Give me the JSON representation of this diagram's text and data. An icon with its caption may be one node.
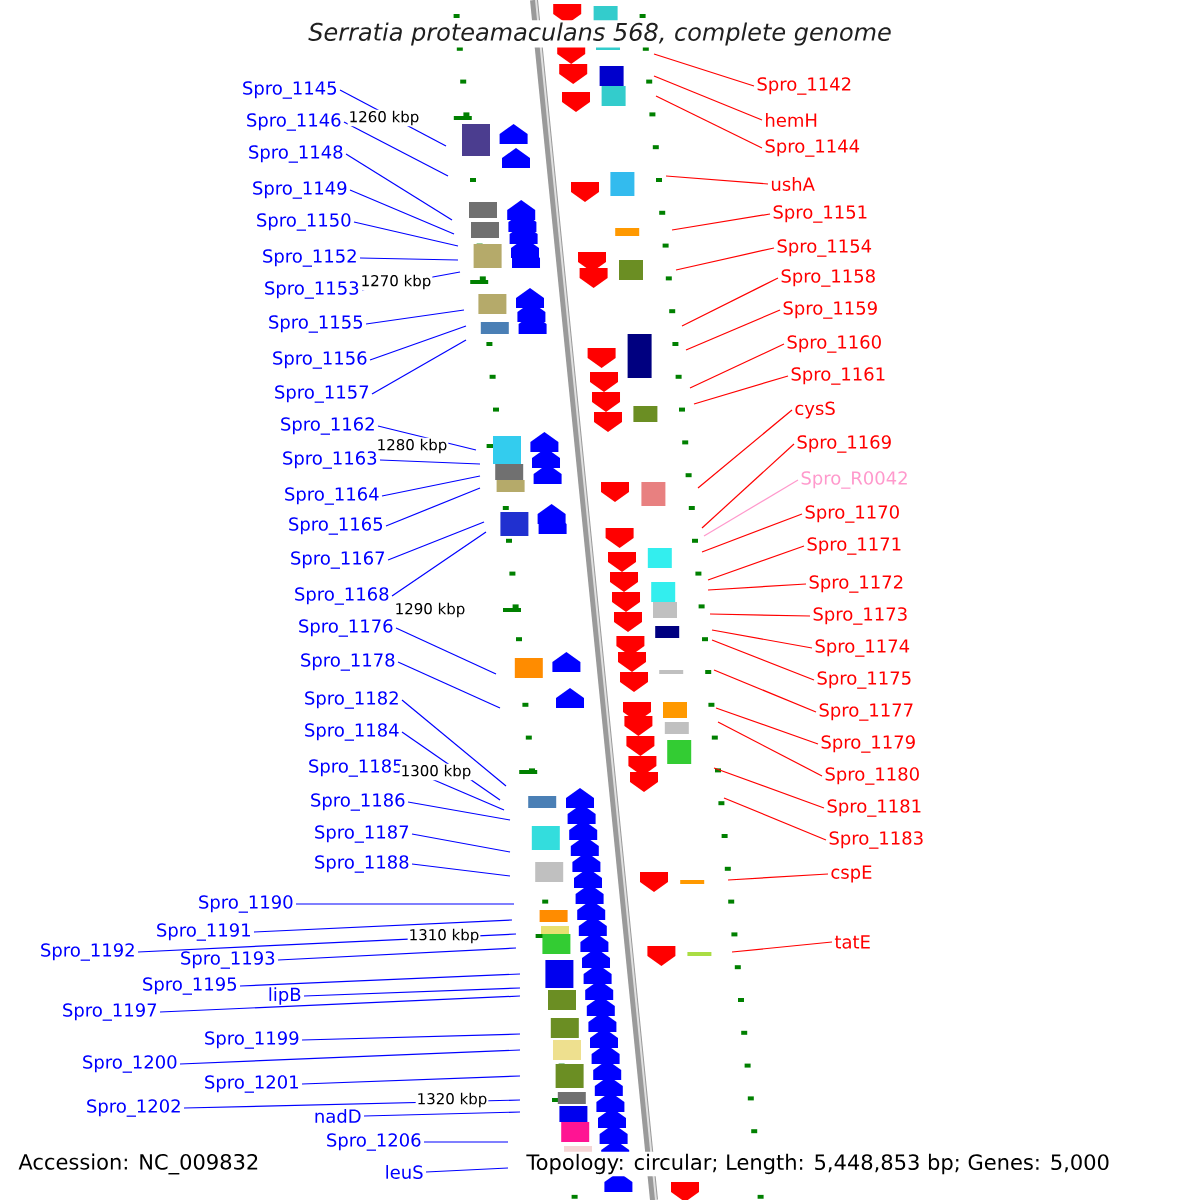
{
  "diagram": {
    "title": "Serratia proteamaculans 568, complete genome",
    "nodes": [
      {
        "text": [
          "Spro_1145"
        ]
      },
      {
        "text": [
          "Spro_1146"
        ]
      },
      {
        "text": [
          "Spro_1148"
        ]
      },
      {
        "text": [
          "Spro_1149"
        ]
      },
      {
        "text": [
          "Spro_1150"
        ]
      },
      {
        "text": [
          "Spro_1152"
        ]
      },
      {
        "text": [
          "Spro_1153"
        ]
      },
      {
        "text": [
          "Spro_1155"
        ]
      },
      {
        "text": [
          "Spro_1156"
        ]
      },
      {
        "text": [
          "Spro_1157"
        ]
      },
      {
        "text": [
          "Spro_1162"
        ]
      },
      {
        "text": [
          "Spro_1163"
        ]
      },
      {
        "text": [
          "Spro_1164"
        ]
      },
      {
        "text": [
          "Spro_1165"
        ]
      },
      {
        "text": [
          "Spro_1167"
        ]
      },
      {
        "text": [
          "Spro_1168"
        ]
      },
      {
        "text": [
          "Spro_1176"
        ]
      },
      {
        "text": [
          "Spro_1178"
        ]
      },
      {
        "text": [
          "Spro_1182"
        ]
      },
      {
        "text": [
          "Spro_1184"
        ]
      },
      {
        "text": [
          "Spro_1185"
        ]
      },
      {
        "text": [
          "Spro_1186"
        ]
      },
      {
        "text": [
          "Spro_1187"
        ]
      },
      {
        "text": [
          "Spro_1188"
        ]
      },
      {
        "text": [
          "Spro_1190"
        ]
      },
      {
        "text": [
          "Spro_1191"
        ]
      },
      {
        "text": [
          "Spro_1192"
        ]
      },
      {
        "text": [
          "Spro_1193"
        ]
      },
      {
        "text": [
          "Spro_1195"
        ]
      },
      {
        "text": [
          "lipB"
        ]
      },
      {
        "text": [
          "Spro_1197"
        ]
      },
      {
        "text": [
          "Spro_1199"
        ]
      },
      {
        "text": [
          "Spro_1200"
        ]
      },
      {
        "text": [
          "Spro_1201"
        ]
      },
      {
        "text": [
          "Spro_1202"
        ]
      },
      {
        "text": [
          "nadD"
        ]
      },
      {
        "text": [
          "Spro_1206"
        ]
      },
      {
        "text": [
          "leuS"
        ]
      },
      {
        "text": [
          "Spro_1142"
        ]
      },
      {
        "text": [
          "hemH"
        ]
      },
      {
        "text": [
          "Spro_1144"
        ]
      },
      {
        "text": [
          "ushA"
        ]
      },
      {
        "text": [
          "Spro_1151"
        ]
      },
      {
        "text": [
          "Spro_1154"
        ]
      },
      {
        "text": [
          "Spro_1158"
        ]
      },
      {
        "text": [
          "Spro_1159"
        ]
      },
      {
        "text": [
          "Spro_1160"
        ]
      },
      {
        "text": [
          "Spro_1161"
        ]
      },
      {
        "text": [
          "cysS"
        ]
      },
      {
        "text": [
          "Spro_1169"
        ]
      },
      {
        "text": [
          "Spro_R0042"
        ]
      },
      {
        "text": [
          "Spro_1170"
        ]
      },
      {
        "text": [
          "Spro_1171"
        ]
      },
      {
        "text": [
          "Spro_1172"
        ]
      },
      {
        "text": [
          "Spro_1173"
        ]
      },
      {
        "text": [
          "Spro_1174"
        ]
      },
      {
        "text": [
          "Spro_1175"
        ]
      },
      {
        "text": [
          "Spro_1177"
        ]
      },
      {
        "text": [
          "Spro_1179"
        ]
      },
      {
        "text": [
          "Spro_1180"
        ]
      },
      {
        "text": [
          "Spro_1181"
        ]
      },
      {
        "text": [
          "Spro_1183"
        ]
      },
      {
        "text": [
          "cspE"
        ]
      },
      {
        "text": [
          "tatE"
        ]
      }
    ],
    "edges": [
      {
        "from": 0,
        "to": null,
        "arrow": "none"
      },
      {
        "from": 1,
        "to": null,
        "arrow": "none"
      },
      {
        "from": 2,
        "to": null,
        "arrow": "none"
      },
      {
        "from": 3,
        "to": null,
        "arrow": "none"
      },
      {
        "from": 4,
        "to": null,
        "arrow": "none"
      },
      {
        "from": 5,
        "to": null,
        "arrow": "none"
      },
      {
        "from": 6,
        "to": null,
        "arrow": "none"
      },
      {
        "from": 7,
        "to": null,
        "arrow": "none"
      },
      {
        "from": 8,
        "to": null,
        "arrow": "none"
      },
      {
        "from": 9,
        "to": null,
        "arrow": "none"
      },
      {
        "from": 10,
        "to": null,
        "arrow": "none"
      },
      {
        "from": 11,
        "to": null,
        "arrow": "none"
      },
      {
        "from": 12,
        "to": null,
        "arrow": "none"
      },
      {
        "from": 13,
        "to": null,
        "arrow": "none"
      },
      {
        "from": 14,
        "to": null,
        "arrow": "none"
      },
      {
        "from": 15,
        "to": null,
        "arrow": "none"
      },
      {
        "from": 16,
        "to": null,
        "arrow": "none"
      },
      {
        "from": 17,
        "to": null,
        "arrow": "none"
      },
      {
        "from": 18,
        "to": null,
        "arrow": "none"
      },
      {
        "from": 19,
        "to": null,
        "arrow": "none"
      },
      {
        "from": 20,
        "to": null,
        "arrow": "none"
      },
      {
        "from": 21,
        "to": null,
        "arrow": "none"
      },
      {
        "from": 22,
        "to": null,
        "arrow": "none"
      },
      {
        "from": 23,
        "to": null,
        "arrow": "none"
      },
      {
        "from": 24,
        "to": null,
        "arrow": "none"
      },
      {
        "from": 25,
        "to": null,
        "arrow": "none"
      },
      {
        "from": 26,
        "to": null,
        "arrow": "none"
      },
      {
        "from": 27,
        "to": null,
        "arrow": "none"
      },
      {
        "from": 28,
        "to": null,
        "arrow": "none"
      },
      {
        "from": 29,
        "to": null,
        "arrow": "none"
      },
      {
        "from": 30,
        "to": null,
        "arrow": "none"
      },
      {
        "from": 31,
        "to": null,
        "arrow": "none"
      },
      {
        "from": 32,
        "to": null,
        "arrow": "none"
      },
      {
        "from": 33,
        "to": null,
        "arrow": "none"
      },
      {
        "from": 34,
        "to": null,
        "arrow": "none"
      },
      {
        "from": 35,
        "to": null,
        "arrow": "none"
      },
      {
        "from": 36,
        "to": null,
        "arrow": "none"
      },
      {
        "from": 37,
        "to": null,
        "arrow": "none"
      },
      {
        "from": 38,
        "to": null,
        "arrow": "none",
        "color": "#ff0000"
      },
      {
        "from": 39,
        "to": null,
        "arrow": "none",
        "color": "#ff0000"
      },
      {
        "from": 40,
        "to": null,
        "arrow": "none",
        "color": "#ff0000"
      },
      {
        "from": 41,
        "to": null,
        "arrow": "none",
        "color": "#ff0000"
      },
      {
        "from": 42,
        "to": null,
        "arrow": "none",
        "color": "#ff0000"
      },
      {
        "from": 43,
        "to": null,
        "arrow": "none",
        "color": "#ff0000"
      },
      {
        "from": 44,
        "to": null,
        "arrow": "none",
        "color": "#ff0000"
      },
      {
        "from": 45,
        "to": null,
        "arrow": "none",
        "color": "#ff0000"
      },
      {
        "from": 46,
        "to": null,
        "arrow": "none",
        "color": "#ff0000"
      },
      {
        "from": 47,
        "to": null,
        "arrow": "none",
        "color": "#ff0000"
      },
      {
        "from": 48,
        "to": null,
        "arrow": "none",
        "color": "#ff0000"
      },
      {
        "from": 49,
        "to": null,
        "arrow": "none",
        "color": "#ff0000"
      },
      {
        "from": 50,
        "to": null,
        "arrow": "none",
        "color": "#ff99cc"
      },
      {
        "from": 51,
        "to": null,
        "arrow": "none",
        "color": "#ff0000"
      },
      {
        "from": 52,
        "to": null,
        "arrow": "none",
        "color": "#ff0000"
      },
      {
        "from": 53,
        "to": null,
        "arrow": "none",
        "color": "#ff0000"
      },
      {
        "from": 54,
        "to": null,
        "arrow": "none",
        "color": "#ff0000"
      },
      {
        "from": 55,
        "to": null,
        "arrow": "none",
        "color": "#ff0000"
      },
      {
        "from": 56,
        "to": null,
        "arrow": "none",
        "color": "#ff0000"
      },
      {
        "from": 57,
        "to": null,
        "arrow": "none",
        "color": "#ff0000"
      },
      {
        "from": 58,
        "to": null,
        "arrow": "none",
        "color": "#ff0000"
      },
      {
        "from": 59,
        "to": null,
        "arrow": "none",
        "color": "#ff0000"
      },
      {
        "from": 60,
        "to": null,
        "arrow": "none",
        "color": "#ff0000"
      },
      {
        "from": 61,
        "to": null,
        "arrow": "none",
        "color": "#ff0000"
      },
      {
        "from": 62,
        "to": null,
        "arrow": "none",
        "color": "#ff0000"
      },
      {
        "from": 63,
        "to": null,
        "arrow": "none",
        "color": "#ff0000"
      }
    ],
    "labels": [
      "1260 kbp",
      "1270 kbp",
      "1280 kbp",
      "1290 kbp",
      "1300 kbp",
      "1310 kbp",
      "1320 kbp",
      "Accession: NC_009832",
      "Topology: circular; Length: 5,448,853 bp; Genes: 5,000"
    ]
  }
}
